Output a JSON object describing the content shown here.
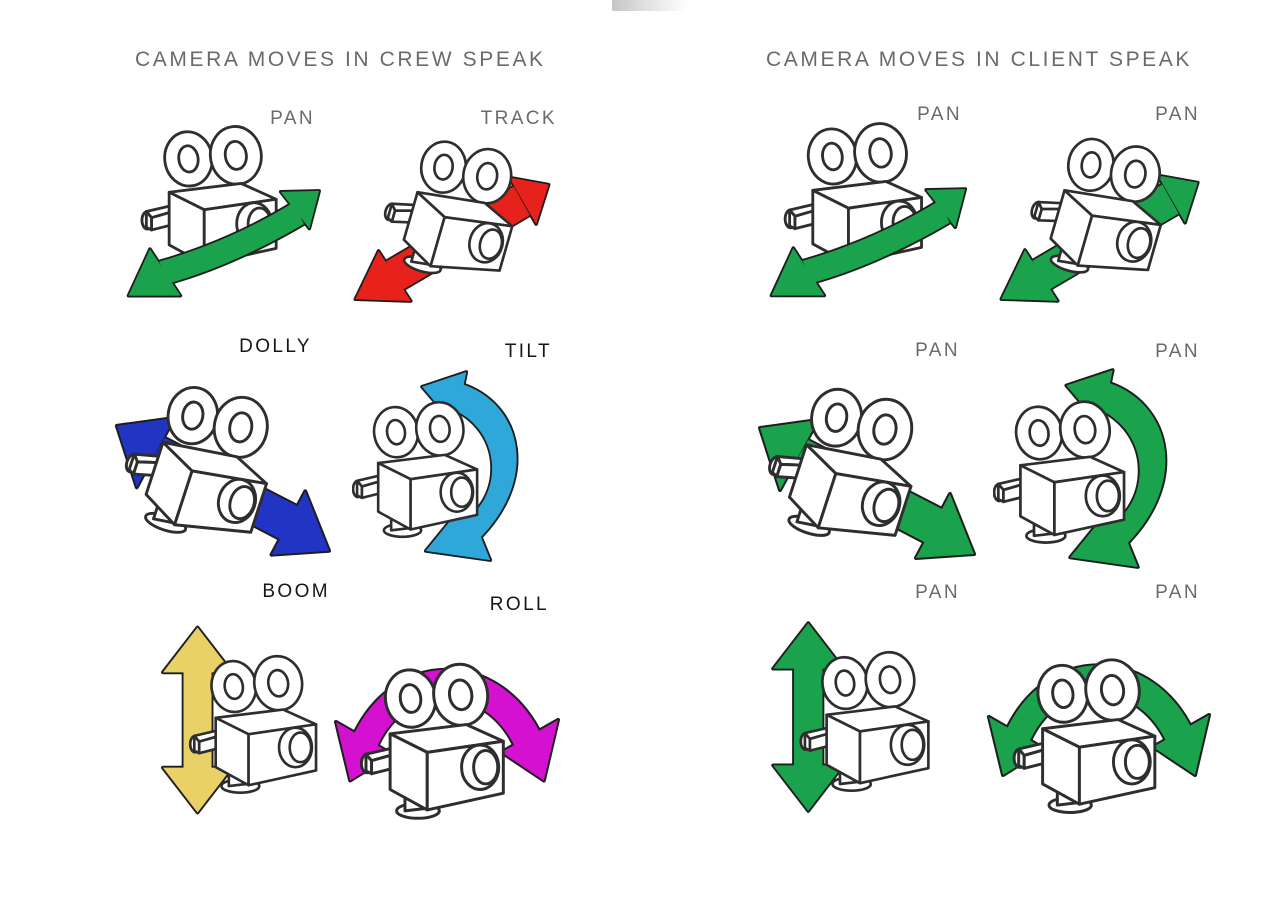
{
  "panels": [
    {
      "id": "crew",
      "title": "CAMERA MOVES IN CREW SPEAK",
      "cells": [
        {
          "label": "PAN",
          "move": "pan",
          "arrow_color": "#1aa24c",
          "label_color": "#6e6969"
        },
        {
          "label": "TRACK",
          "move": "track",
          "arrow_color": "#e7221c",
          "label_color": "#6e6969"
        },
        {
          "label": "DOLLY",
          "move": "dolly",
          "arrow_color": "#2134c4",
          "label_color": "#161616"
        },
        {
          "label": "TILT",
          "move": "tilt",
          "arrow_color": "#2fa7d8",
          "label_color": "#161616"
        },
        {
          "label": "BOOM",
          "move": "boom",
          "arrow_color": "#e9d168",
          "label_color": "#161616"
        },
        {
          "label": "ROLL",
          "move": "roll",
          "arrow_color": "#d411d1",
          "label_color": "#161616"
        }
      ]
    },
    {
      "id": "client",
      "title": "CAMERA MOVES IN CLIENT SPEAK",
      "cells": [
        {
          "label": "PAN",
          "move": "pan",
          "arrow_color": "#1aa24c",
          "label_color": "#6e6969"
        },
        {
          "label": "PAN",
          "move": "track",
          "arrow_color": "#1aa24c",
          "label_color": "#6e6969"
        },
        {
          "label": "PAN",
          "move": "dolly",
          "arrow_color": "#1aa24c",
          "label_color": "#6e6969"
        },
        {
          "label": "PAN",
          "move": "tilt",
          "arrow_color": "#1aa24c",
          "label_color": "#6e6969"
        },
        {
          "label": "PAN",
          "move": "boom",
          "arrow_color": "#1aa24c",
          "label_color": "#6e6969"
        },
        {
          "label": "PAN",
          "move": "roll",
          "arrow_color": "#1aa24c",
          "label_color": "#6e6969"
        }
      ]
    }
  ],
  "colors": {
    "background": "#ffffff",
    "green": "#1aa24c",
    "red": "#e7221c",
    "blue": "#2134c4",
    "cyan": "#2fa7d8",
    "yellow": "#e9d168",
    "magenta": "#d411d1",
    "gray_text": "#6e6969",
    "black_text": "#161616",
    "line_art": "#2e2e2e"
  }
}
